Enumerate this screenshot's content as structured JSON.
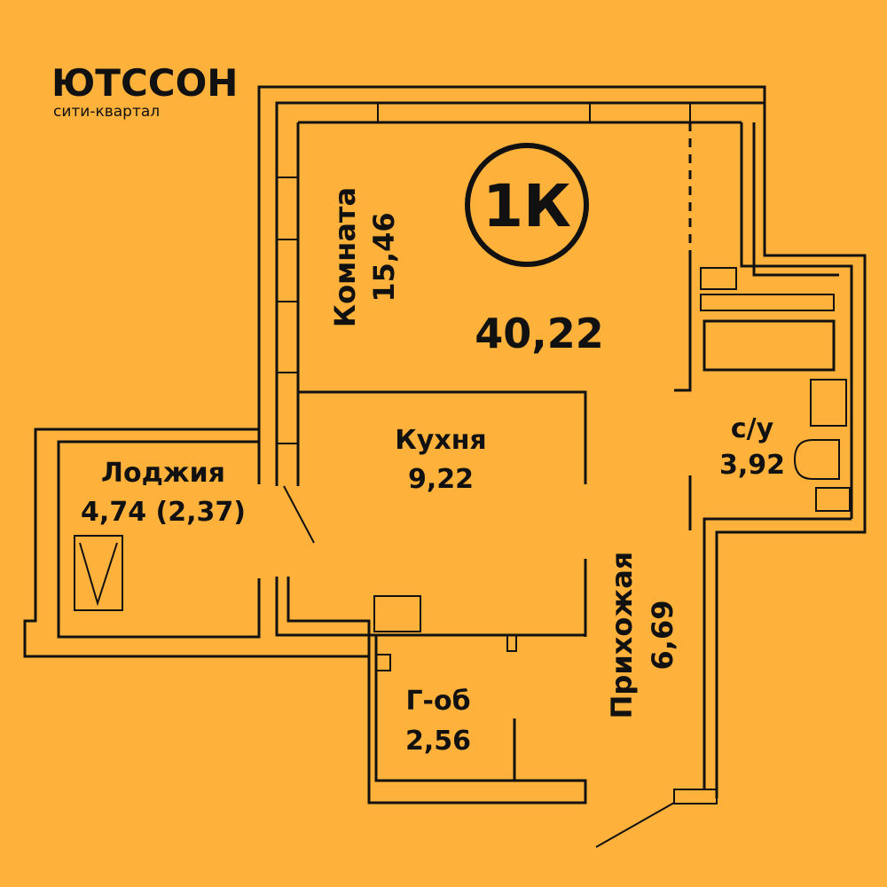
{
  "colors": {
    "background": "#FFB23B",
    "ink": "#111111"
  },
  "brand": {
    "name": "ЮТССОН",
    "tagline": "сити-квартал"
  },
  "apartment": {
    "type_badge": "1К",
    "total_area": "40,22"
  },
  "rooms": [
    {
      "id": "room",
      "name": "Комната",
      "area": "15,46"
    },
    {
      "id": "kitchen",
      "name": "Кухня",
      "area": "9,22"
    },
    {
      "id": "loggia",
      "name": "Лоджия",
      "area": "4,74 (2,37)"
    },
    {
      "id": "bathroom",
      "name": "с/у",
      "area": "3,92"
    },
    {
      "id": "hallway",
      "name": "Прихожая",
      "area": "6,69"
    },
    {
      "id": "storage",
      "name": "Г-об",
      "area": "2,56"
    }
  ]
}
